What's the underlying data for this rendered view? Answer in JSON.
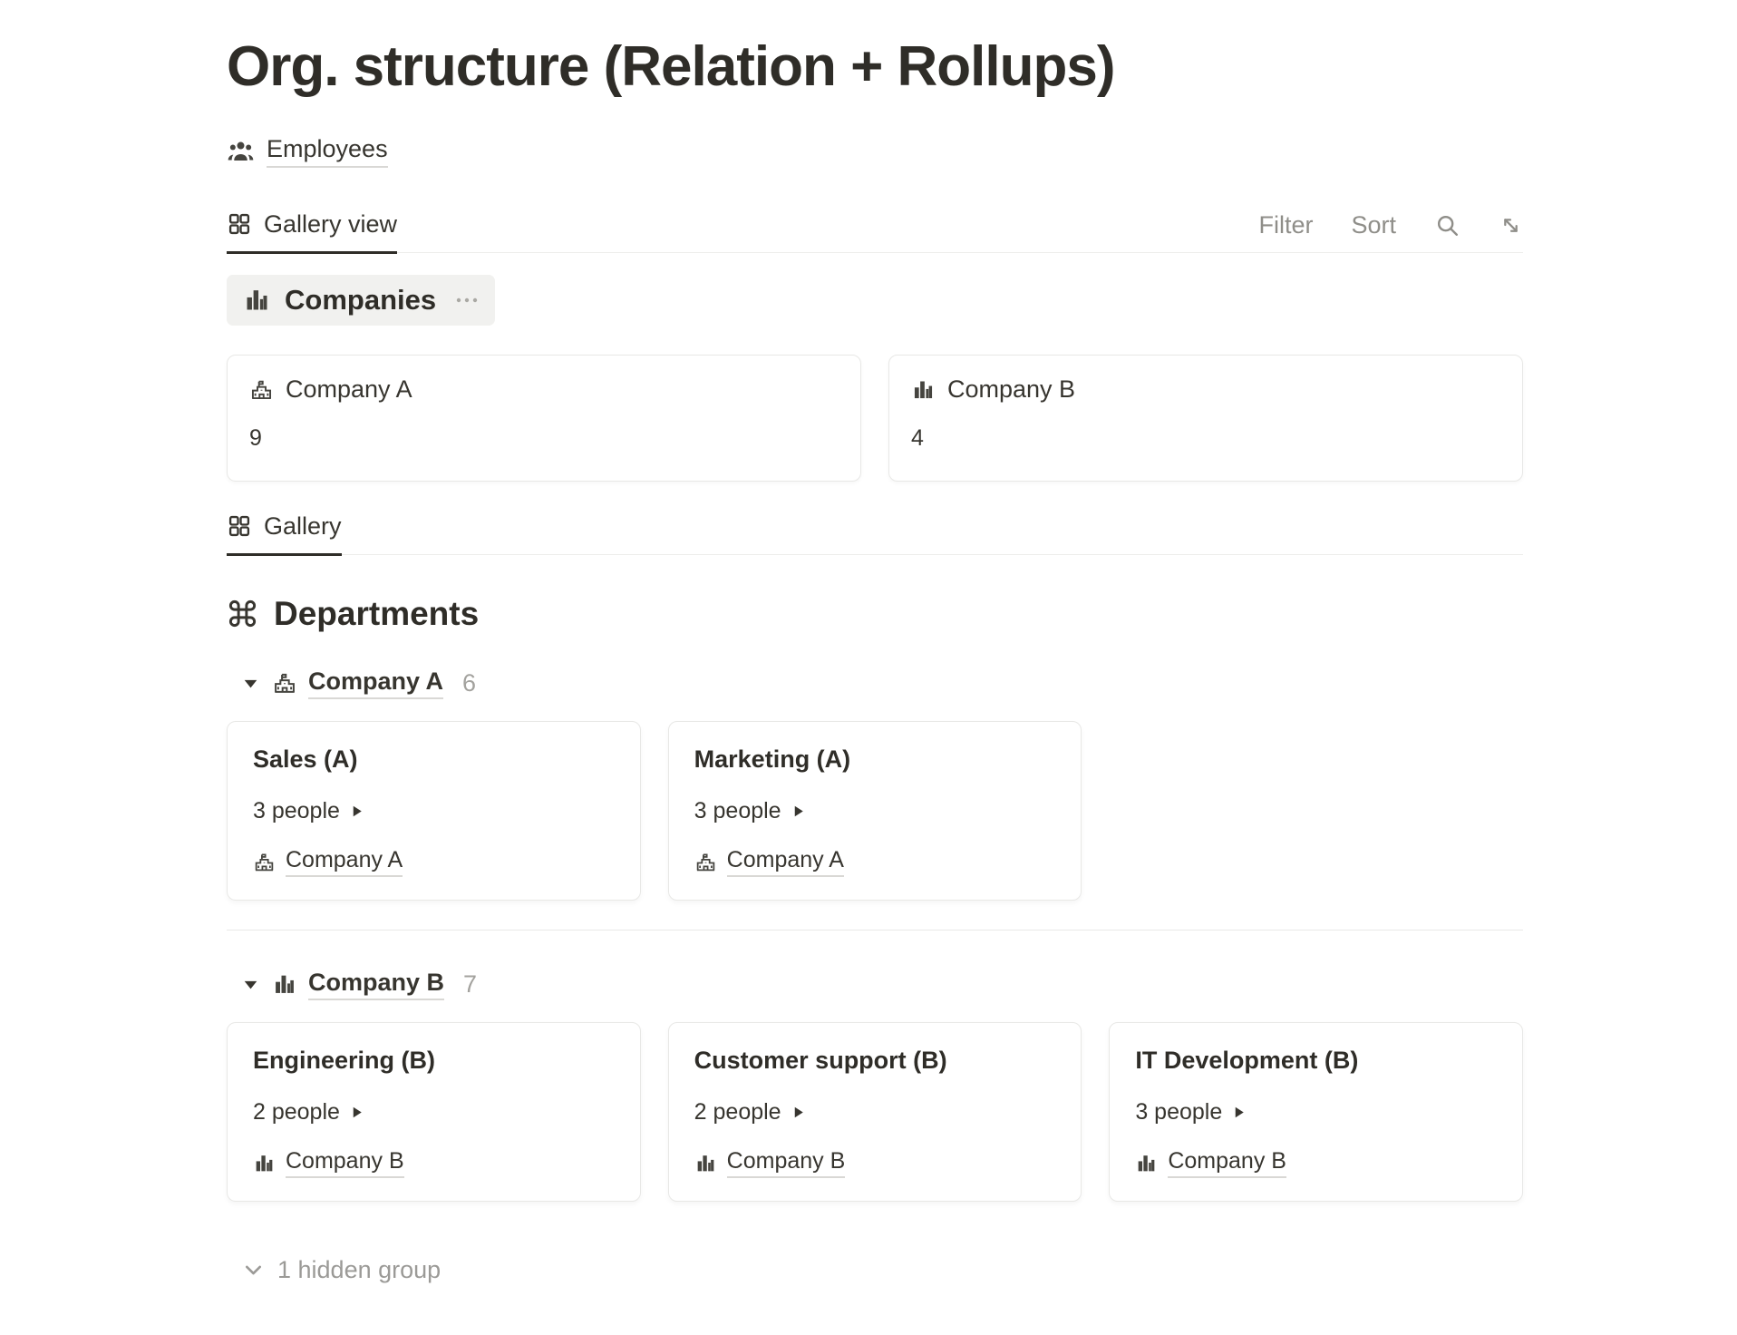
{
  "page": {
    "title": "Org. structure (Relation + Rollups)"
  },
  "nav": {
    "collection_label": "Employees"
  },
  "toolbar": {
    "tab_label": "Gallery view",
    "filter_label": "Filter",
    "sort_label": "Sort"
  },
  "companies_section": {
    "title": "Companies",
    "cards": [
      {
        "name": "Company A",
        "rollup_value": "9"
      },
      {
        "name": "Company B",
        "rollup_value": "4"
      }
    ]
  },
  "gallery_section": {
    "tab_label": "Gallery"
  },
  "departments_section": {
    "title": "Departments",
    "groups": [
      {
        "name": "Company A",
        "count": "6",
        "cards": [
          {
            "title": "Sales (A)",
            "people": "3 people",
            "company": "Company A"
          },
          {
            "title": "Marketing (A)",
            "people": "3 people",
            "company": "Company A"
          }
        ]
      },
      {
        "name": "Company B",
        "count": "7",
        "cards": [
          {
            "title": "Engineering (B)",
            "people": "2 people",
            "company": "Company B"
          },
          {
            "title": "Customer support (B)",
            "people": "2 people",
            "company": "Company B"
          },
          {
            "title": "IT Development (B)",
            "people": "3 people",
            "company": "Company B"
          }
        ]
      }
    ]
  },
  "footer": {
    "hidden_groups_label": "1 hidden group"
  },
  "icons": {
    "employees": "people-icon",
    "gallery_view": "grid-icon",
    "search": "magnifier-icon",
    "expand": "diagonal-arrows-icon",
    "companies": "city-buildings-icon",
    "company_a": "school-building-icon",
    "company_b": "city-buildings-icon",
    "departments": "command-icon",
    "group_toggle": "triangle-down-icon",
    "people_expand": "triangle-right-icon",
    "card_menu": "ellipsis-icon",
    "hidden_group": "chevron-down-icon"
  },
  "colors": {
    "text": "#37352f",
    "muted": "#8f8e89",
    "count": "#a3a29e",
    "border": "#e9e9e7",
    "pill_bg": "#f1f1ef"
  }
}
